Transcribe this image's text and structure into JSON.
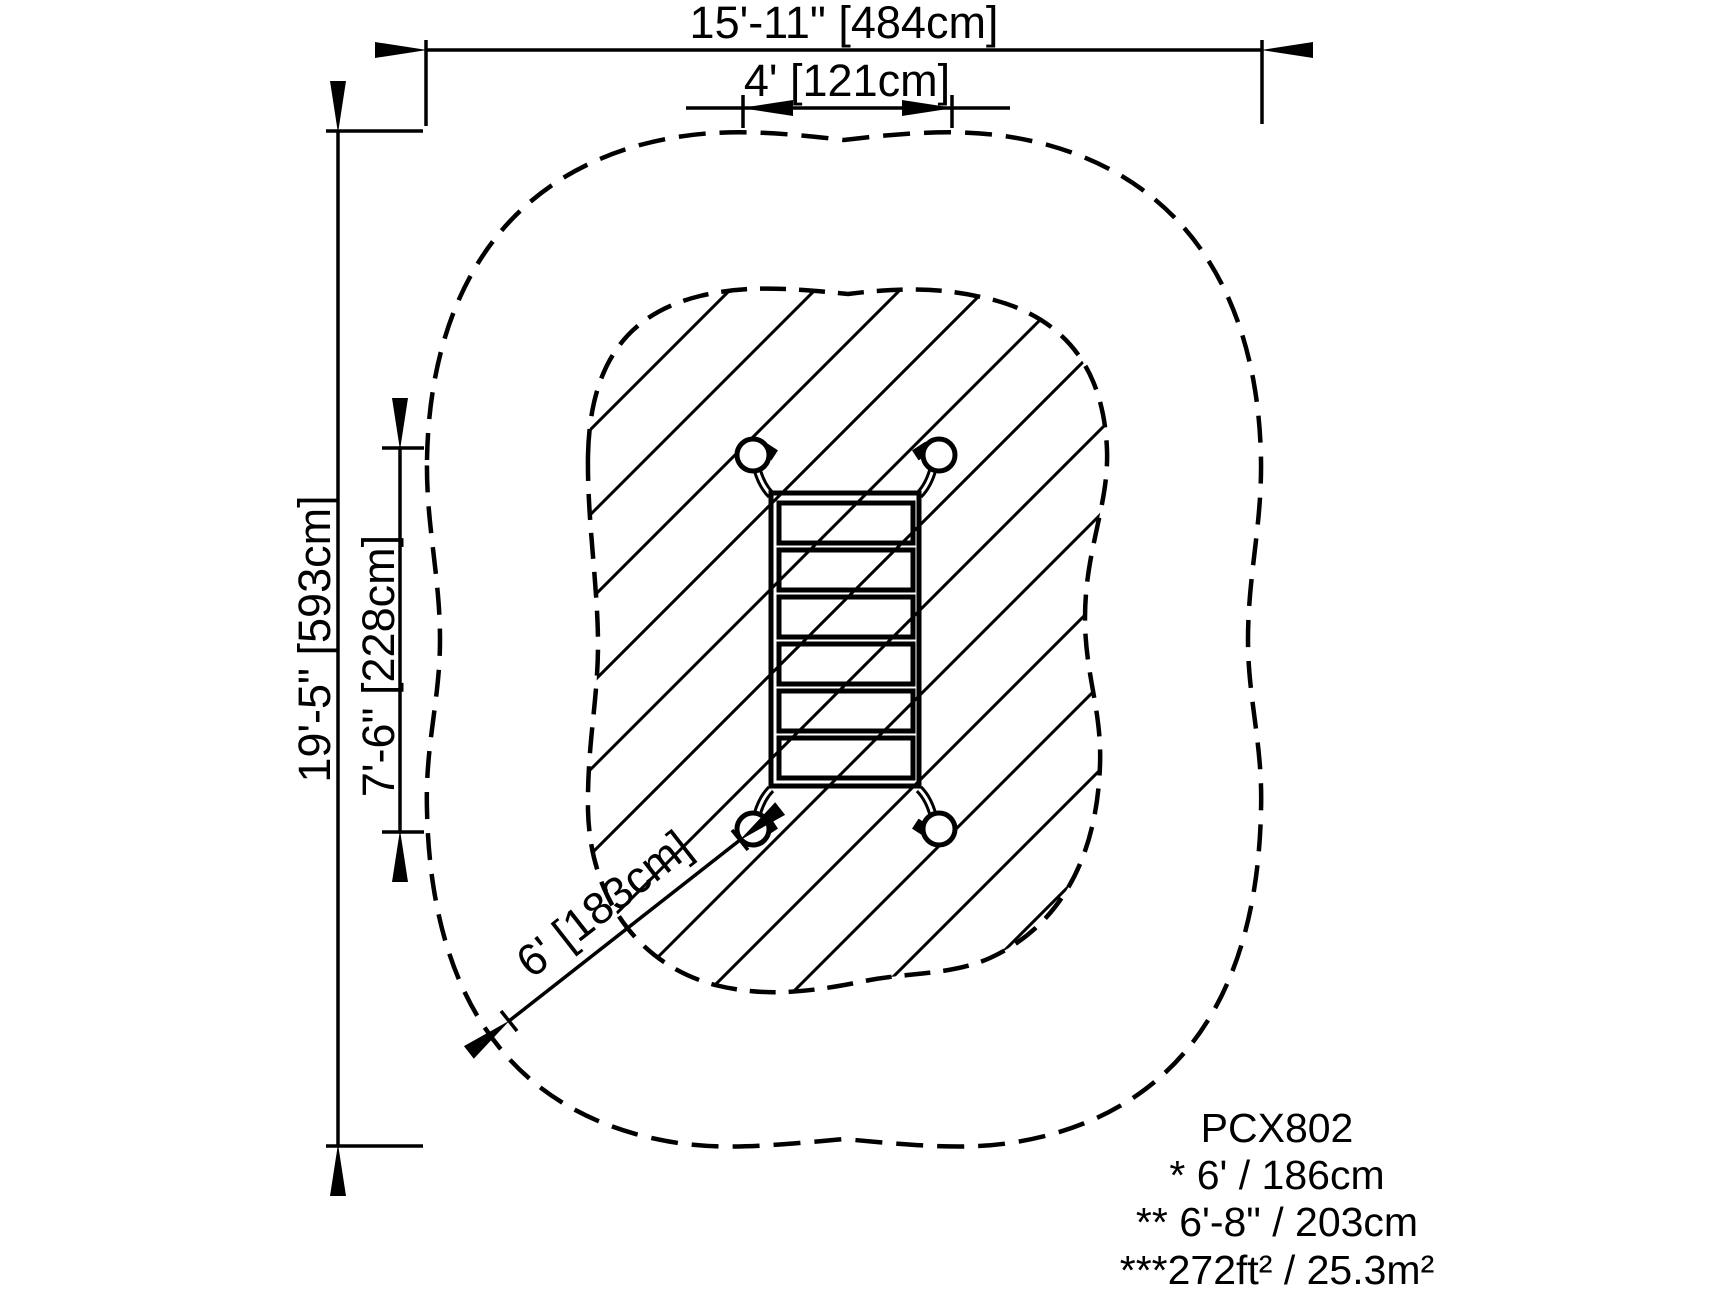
{
  "drawing": {
    "type": "playground-equipment-plan-view",
    "colors": {
      "ink": "#000000",
      "background": "#ffffff"
    },
    "dimensions": {
      "overall_width": "15'-11\" [484cm]",
      "equipment_width": "4' [121cm]",
      "overall_depth": "19'-5\" [593cm]",
      "equipment_depth": "7'-6\" [228cm]",
      "use_zone": "6' [183cm]"
    },
    "notes": {
      "model": "PCX802",
      "line1": "* 6' / 186cm",
      "line2": "** 6'-8\" / 203cm",
      "line3": "***272ft² / 25.3m²"
    }
  }
}
